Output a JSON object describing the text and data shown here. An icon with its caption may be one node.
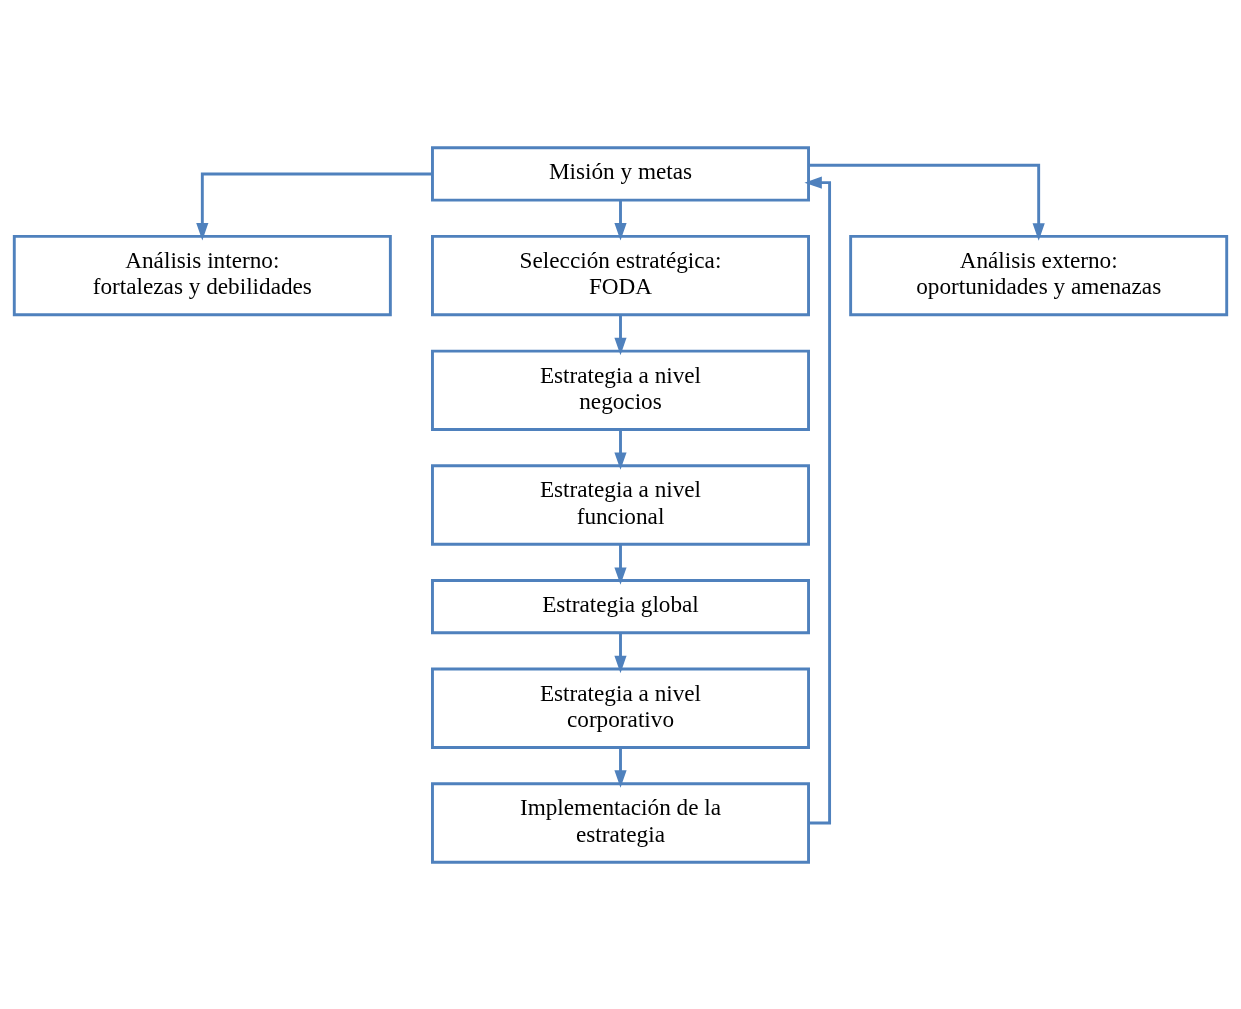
{
  "diagram": {
    "nodes": [
      {
        "text": [
          "Misión y metas"
        ]
      },
      {
        "text": [
          "Análisis interno: fortalezas y debilidades"
        ]
      },
      {
        "text": [
          "Selección estratégica: FODA"
        ]
      },
      {
        "text": [
          "Análisis externo: oportunidades y amenazas"
        ]
      },
      {
        "text": [
          "Estrategia a nivel negocios"
        ]
      },
      {
        "text": [
          "Estrategia a nivel funcional"
        ]
      },
      {
        "text": [
          "Estrategia global"
        ]
      },
      {
        "text": [
          "Estrategia a nivel corporativo"
        ]
      },
      {
        "text": [
          "Implementación de la estrategia"
        ]
      }
    ],
    "edges": [
      {
        "from": 0,
        "to": 1,
        "arrow": "to"
      },
      {
        "from": 0,
        "to": 2,
        "arrow": "to"
      },
      {
        "from": 0,
        "to": 3,
        "arrow": "to"
      },
      {
        "from": 2,
        "to": 4,
        "arrow": "to"
      },
      {
        "from": 4,
        "to": 5,
        "arrow": "to"
      },
      {
        "from": 5,
        "to": 6,
        "arrow": "to"
      },
      {
        "from": 6,
        "to": 7,
        "arrow": "to"
      },
      {
        "from": 7,
        "to": 8,
        "arrow": "to"
      },
      {
        "from": 8,
        "to": 0,
        "arrow": "to"
      }
    ]
  }
}
